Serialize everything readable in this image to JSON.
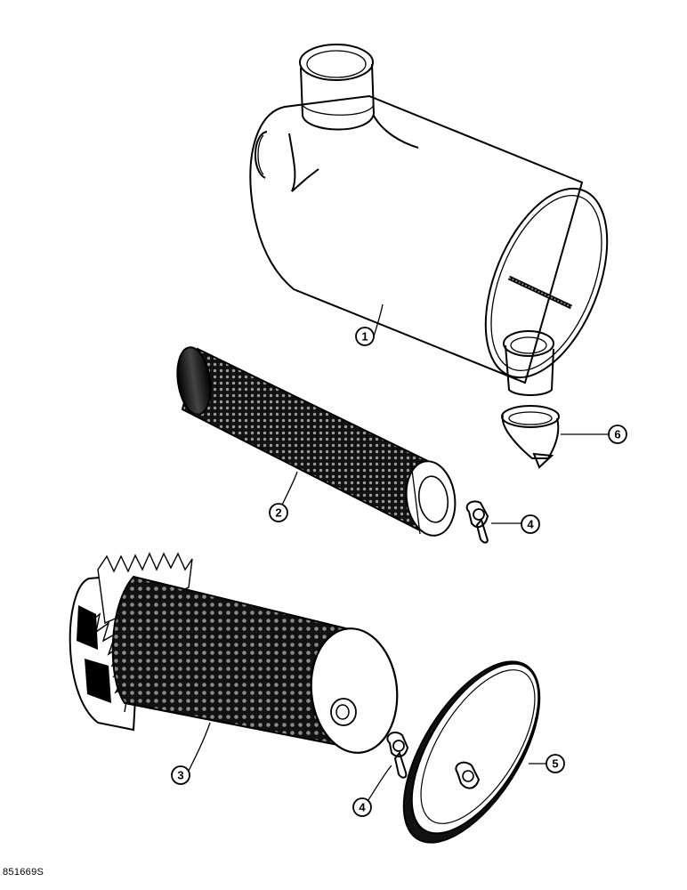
{
  "callouts": [
    {
      "label": "1"
    },
    {
      "label": "2"
    },
    {
      "label": "3"
    },
    {
      "label": "4"
    },
    {
      "label": "4"
    },
    {
      "label": "5"
    },
    {
      "label": "6"
    }
  ],
  "figure_id": "851669S"
}
